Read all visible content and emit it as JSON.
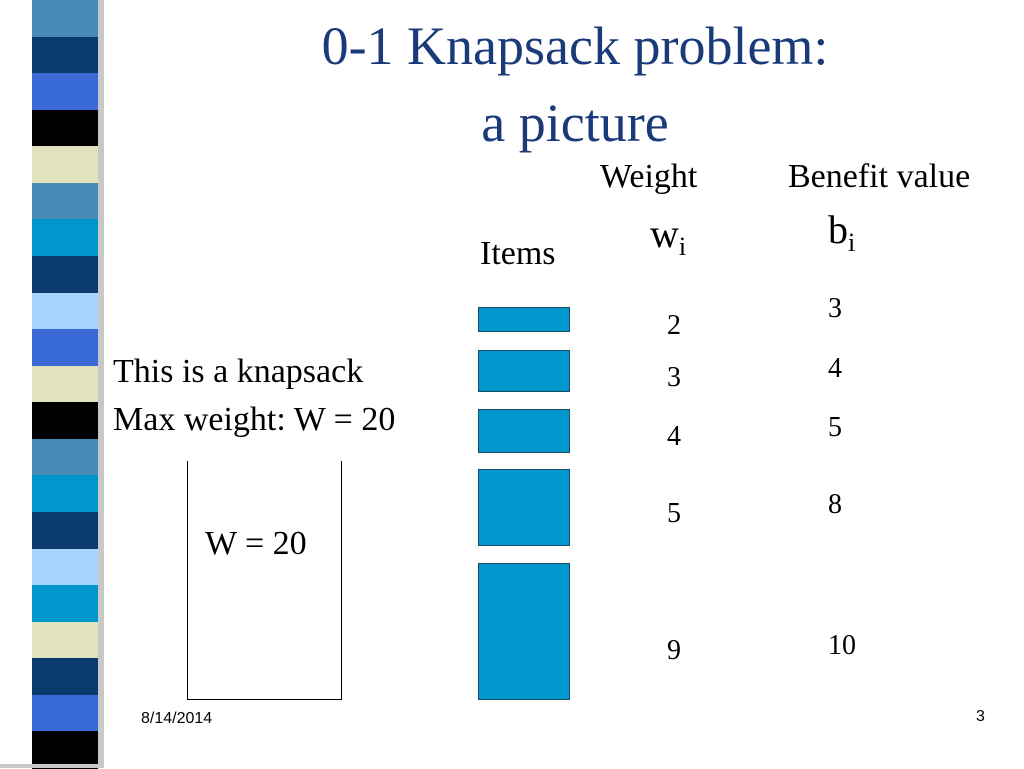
{
  "slide": {
    "title_line1": "0-1 Knapsack problem:",
    "title_line2": "a picture",
    "weight_header": "Weight",
    "benefit_header": "Benefit value",
    "weight_symbol": "w",
    "weight_subscript": "i",
    "benefit_symbol": "b",
    "benefit_subscript": "i",
    "items_label": "Items",
    "knapsack_text_line1": "This is a knapsack",
    "knapsack_text_line2": "Max weight: W = 20",
    "knapsack_capacity_label": "W = 20",
    "item_color": "#0098cc",
    "title_color": "#1a3a7a",
    "items": [
      {
        "weight": "2",
        "benefit": "3"
      },
      {
        "weight": "3",
        "benefit": "4"
      },
      {
        "weight": "4",
        "benefit": "5"
      },
      {
        "weight": "5",
        "benefit": "8"
      },
      {
        "weight": "9",
        "benefit": "10"
      }
    ]
  },
  "footer": {
    "date": "8/14/2014",
    "page_number": "3"
  },
  "decor": {
    "stripe_colors": [
      "#4a8ab8",
      "#0a3a6e",
      "#3a6ad6",
      "#000000",
      "#e2e2bc",
      "#4a8ab8",
      "#0098cc",
      "#0a3a6e",
      "#a8d2ff",
      "#3a6ad6",
      "#e2e2bc",
      "#000000",
      "#4a8ab8",
      "#0098cc",
      "#0a3a6e",
      "#a8d2ff",
      "#0098cc",
      "#e2e2bc",
      "#0a3a6e",
      "#3a6ad6",
      "#000000"
    ]
  }
}
